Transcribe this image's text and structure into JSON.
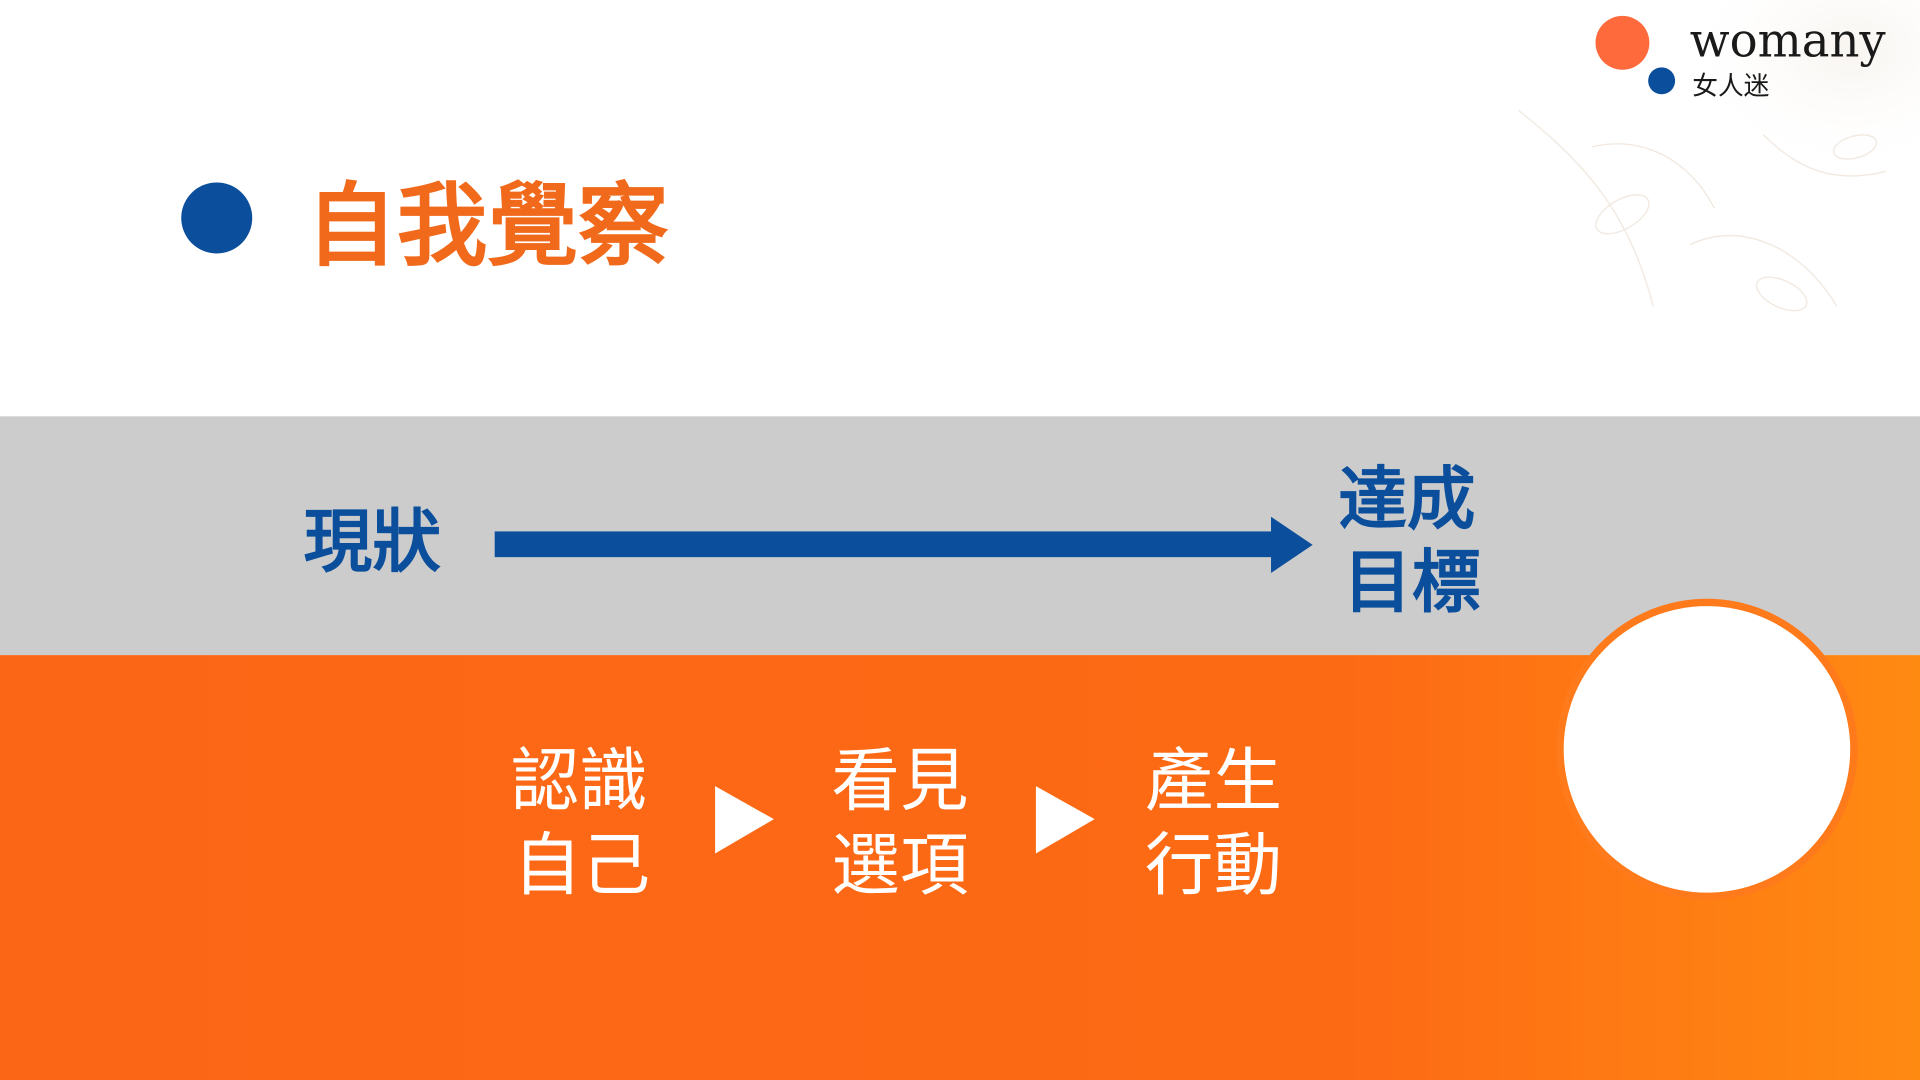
{
  "logo": {
    "wordmark": "womany",
    "chinese_name": "女人迷"
  },
  "title": {
    "text": "自我覺察"
  },
  "progress": {
    "start_label": "現狀",
    "end_label_line1": "達成",
    "end_label_line2": "目標"
  },
  "steps": [
    {
      "line1": "認識",
      "line2": "自己"
    },
    {
      "line1": "看見",
      "line2": "選項"
    },
    {
      "line1": "產生",
      "line2": "行動"
    }
  ],
  "colors": {
    "brand_orange": "#ff6a1a",
    "brand_blue": "#0b4f9c",
    "band_gray": "#cccccd",
    "title_orange": "#f16a1c",
    "white": "#ffffff"
  }
}
